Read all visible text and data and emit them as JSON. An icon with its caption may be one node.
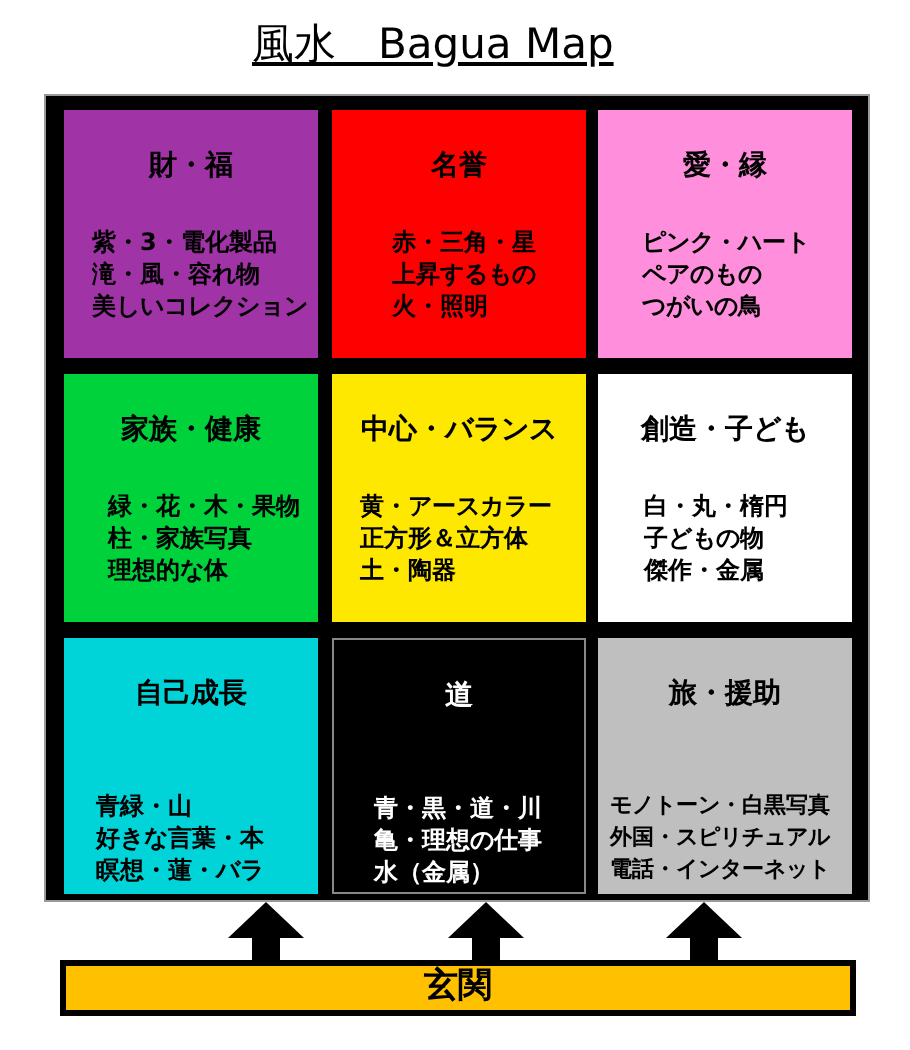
{
  "diagram": {
    "title": "風水　Bagua Map",
    "nodes": [
      {
        "text": [],
        "shape": "box"
      },
      {
        "text": [
          "財・福",
          "紫・3・電化製品",
          "滝・風・容れ物",
          "美しいコレクション"
        ],
        "in": 0
      },
      {
        "text": [
          "名誉",
          "赤・三角・星",
          "上昇するもの",
          "火・照明"
        ],
        "in": 0
      },
      {
        "text": [
          "愛・縁",
          "ピンク・ハート",
          "ペアのもの",
          "つがいの鳥"
        ],
        "in": 0
      },
      {
        "text": [
          "家族・健康",
          "緑・花・木・果物",
          "柱・家族写真",
          "理想的な体"
        ],
        "in": 0
      },
      {
        "text": [
          "中心・バランス",
          "黄・アースカラー",
          "正方形＆立方体",
          "土・陶器"
        ],
        "in": 0
      },
      {
        "text": [
          "創造・子ども",
          "白・丸・楕円",
          "子どもの物",
          "傑作・金属"
        ],
        "in": 0
      },
      {
        "text": [
          "自己成長",
          "青緑・山",
          "好きな言葉・本",
          "瞑想・蓮・バラ"
        ],
        "in": 0
      },
      {
        "text": [
          "道",
          "青・黒・道・川",
          "亀・理想の仕事",
          "水（金属）"
        ],
        "in": 0
      },
      {
        "text": [
          "旅・援助",
          "モノトーン・白黒写真",
          "外国・スピリチュアル",
          "電話・インターネット"
        ],
        "in": 0
      },
      {
        "text": [
          "玄関"
        ]
      }
    ],
    "edges": [
      {
        "from": 10,
        "to": 7,
        "arrow": "to"
      },
      {
        "from": 10,
        "to": 8,
        "arrow": "to"
      },
      {
        "from": 10,
        "to": 9,
        "arrow": "to"
      }
    ]
  }
}
